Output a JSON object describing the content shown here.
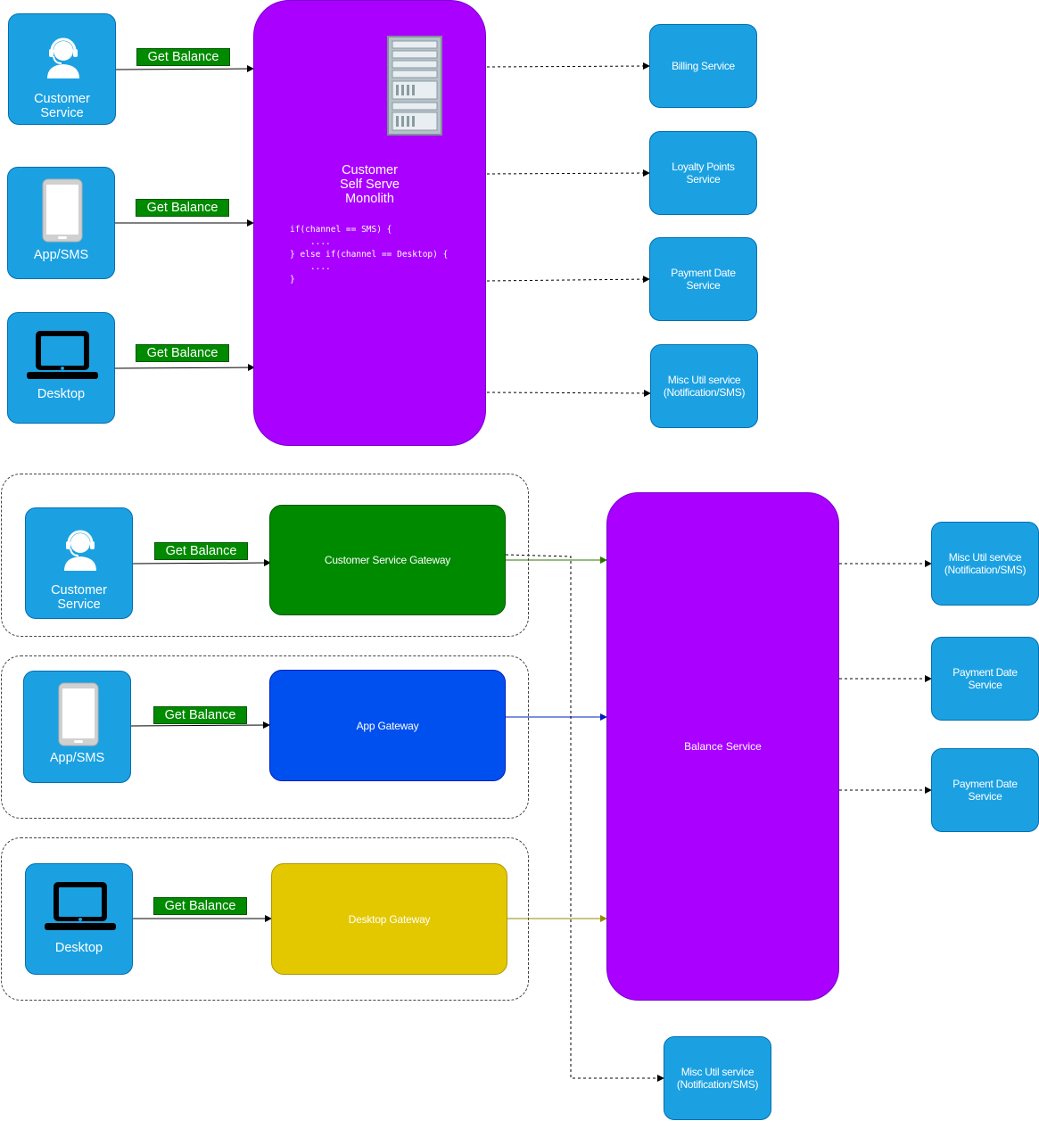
{
  "top": {
    "clients": [
      {
        "label": "Customer\nService",
        "icon": "headset-agent-icon"
      },
      {
        "label": "App/SMS",
        "icon": "smartphone-icon"
      },
      {
        "label": "Desktop",
        "icon": "laptop-icon"
      }
    ],
    "request_label": "Get Balance",
    "monolith": {
      "title": "Customer\nSelf Serve\nMonolith",
      "icon": "server-rack-icon",
      "code": "if(channel == SMS) {\n    ....\n} else if(channel == Desktop) {\n    ....\n}"
    },
    "services": [
      "Billing Service",
      "Loyalty Points\nService",
      "Payment Date\nService",
      "Misc Util service\n(Notification/SMS)"
    ]
  },
  "bottom": {
    "clients": [
      {
        "label": "Customer\nService",
        "icon": "headset-agent-icon"
      },
      {
        "label": "App/SMS",
        "icon": "smartphone-icon"
      },
      {
        "label": "Desktop",
        "icon": "laptop-icon"
      }
    ],
    "request_label": "Get Balance",
    "gateways": [
      {
        "label": "Customer Service Gateway",
        "color": "#008a00"
      },
      {
        "label": "App Gateway",
        "color": "#0050ef"
      },
      {
        "label": "Desktop Gateway",
        "color": "#e3c800"
      }
    ],
    "balance_service": "Balance Service",
    "services": [
      "Misc Util service\n(Notification/SMS)",
      "Payment Date\nService",
      "Payment Date\nService"
    ],
    "gateway_side_service": "Misc Util service\n(Notification/SMS)"
  },
  "colors": {
    "client_fill": "#1ba1e2",
    "monolith_fill": "#aa00ff",
    "label_green": "#008a00"
  }
}
